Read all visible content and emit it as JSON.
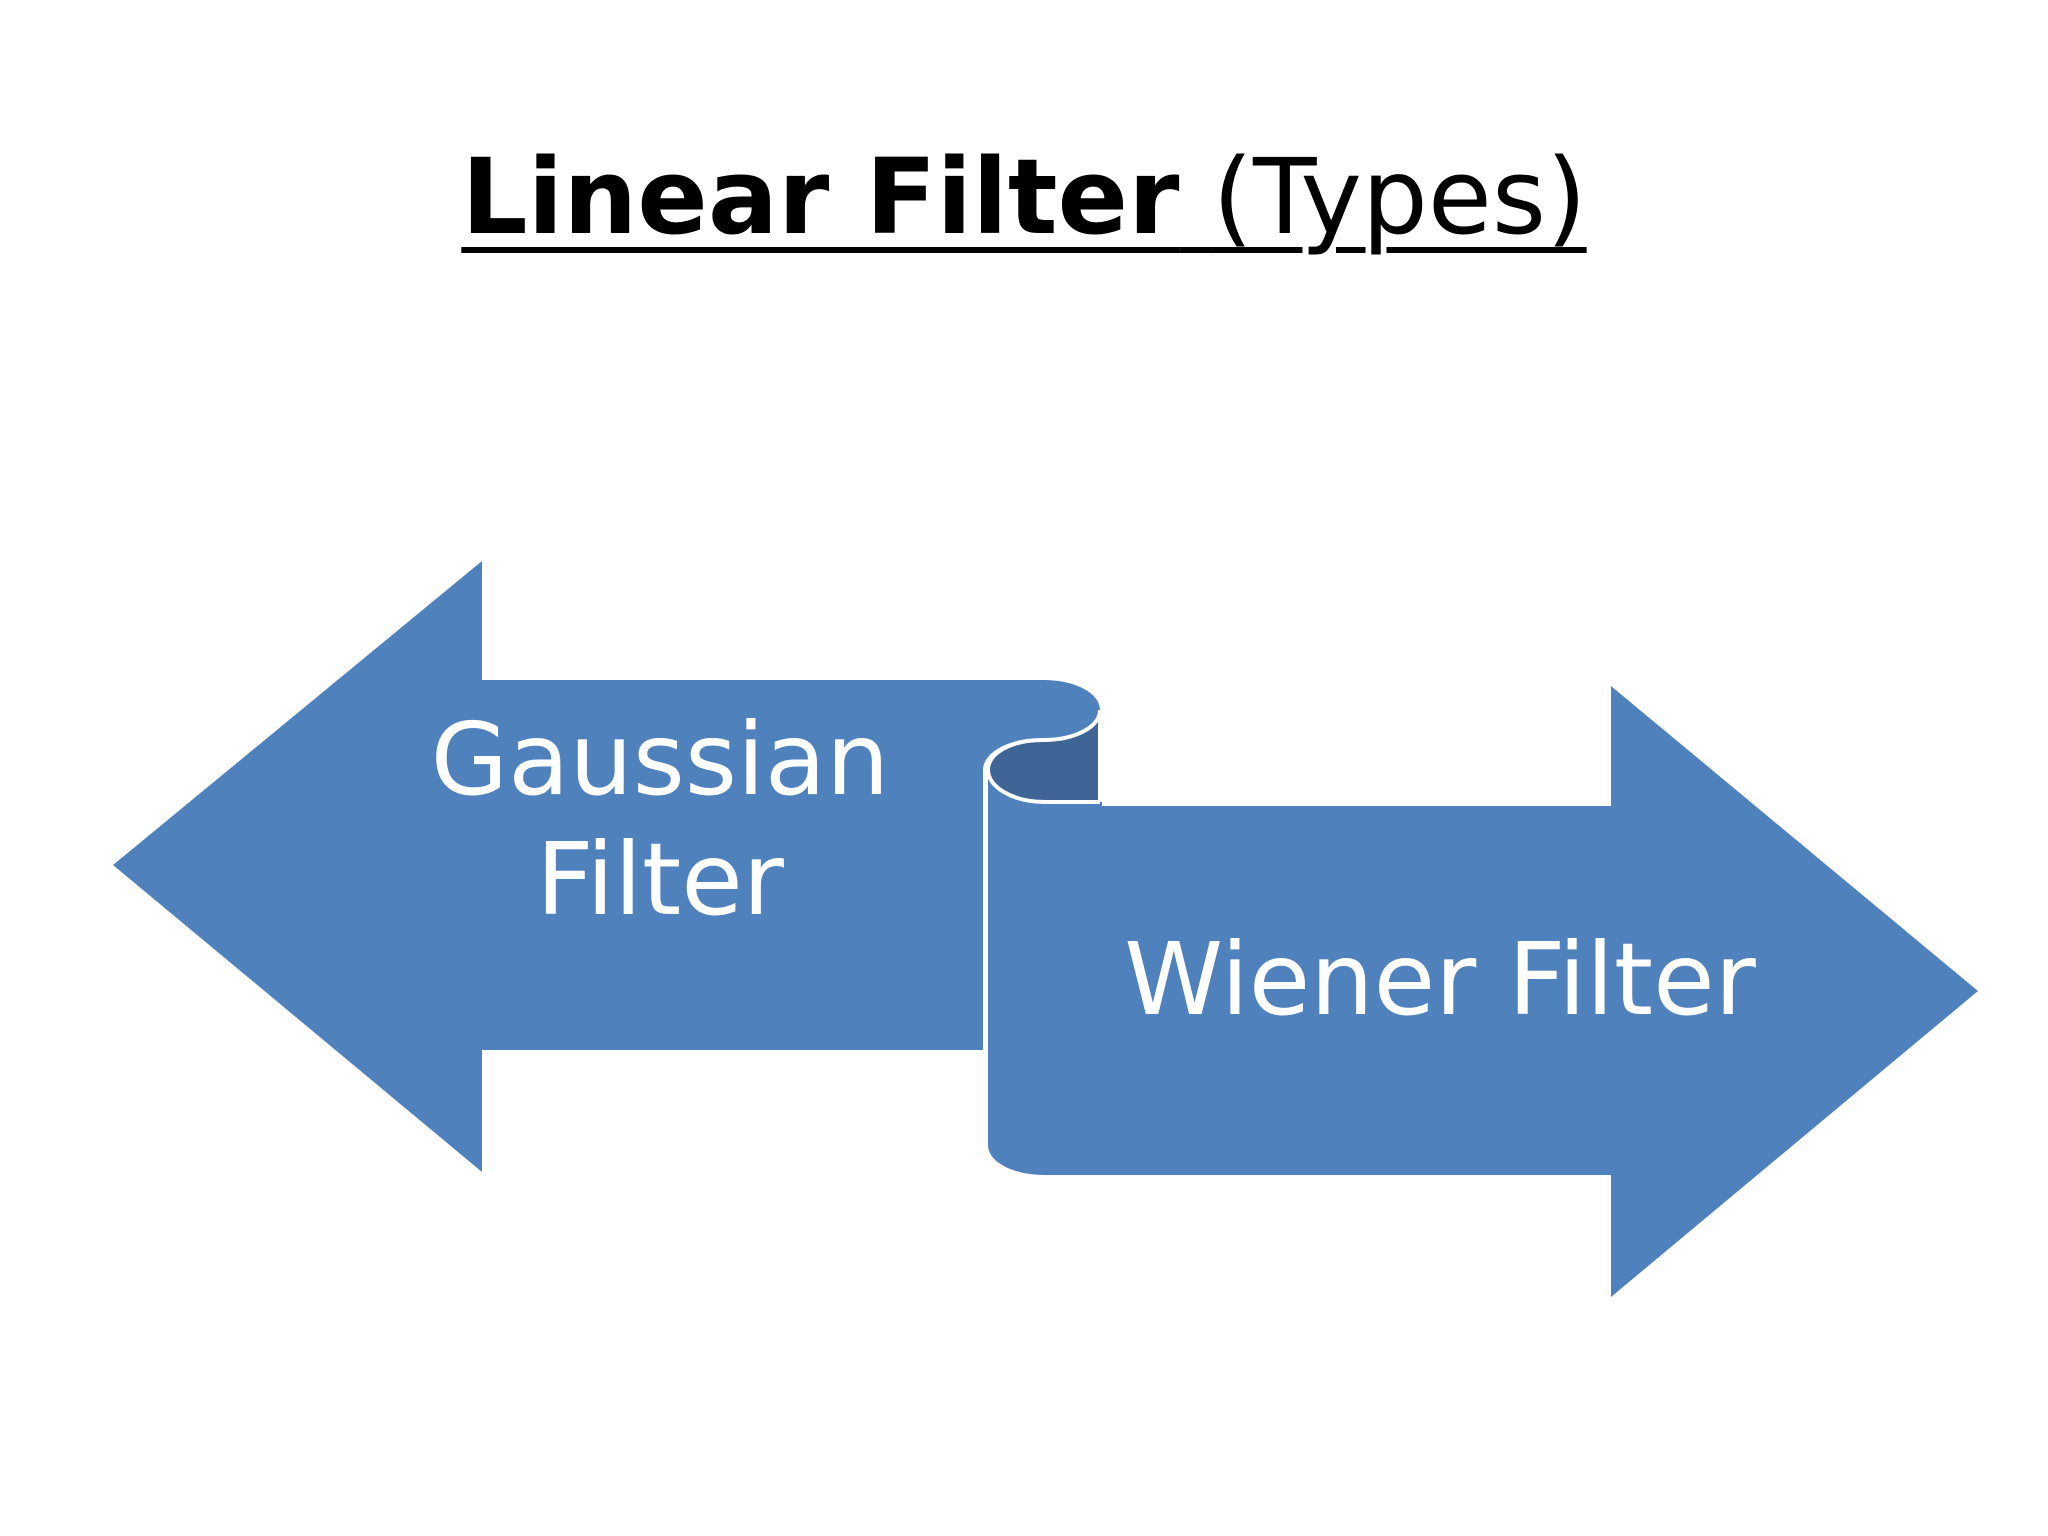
{
  "title": {
    "bold_part": "Linear Filter",
    "normal_part": "(Types)"
  },
  "arrows": {
    "left": {
      "line1": "Gaussian",
      "line2": "Filter"
    },
    "right": {
      "label": "Wiener Filter"
    }
  },
  "colors": {
    "arrow_fill": "#4F81BD",
    "arrow_shadow": "#3F6496",
    "text_on_arrow": "#FFFFFF",
    "title_text": "#000000"
  }
}
